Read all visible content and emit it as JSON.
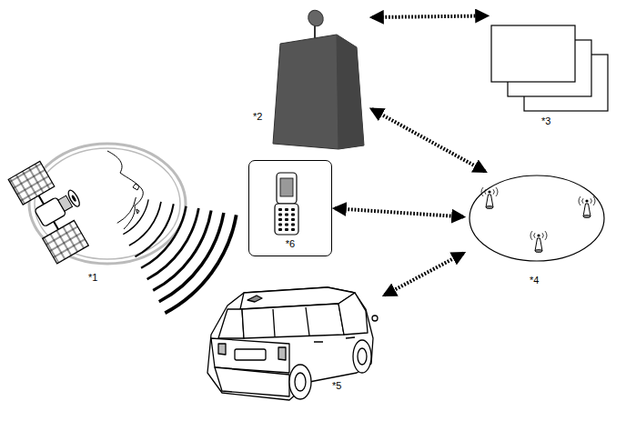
{
  "diagram": {
    "nodes": [
      {
        "text": [
          "*2"
        ]
      },
      {
        "text": [
          "*3"
        ]
      },
      {
        "text": [
          "*6"
        ]
      },
      {
        "text": [
          "*4"
        ]
      },
      {
        "text": [
          "*5"
        ]
      }
    ],
    "edges": [
      {
        "from": 0,
        "to": 1,
        "arrow": "both"
      },
      {
        "from": 3,
        "to": 0,
        "arrow": "both"
      },
      {
        "from": 2,
        "to": 3,
        "arrow": "both"
      },
      {
        "from": 3,
        "to": 4,
        "arrow": "both"
      }
    ],
    "labels": [
      "*1"
    ]
  }
}
